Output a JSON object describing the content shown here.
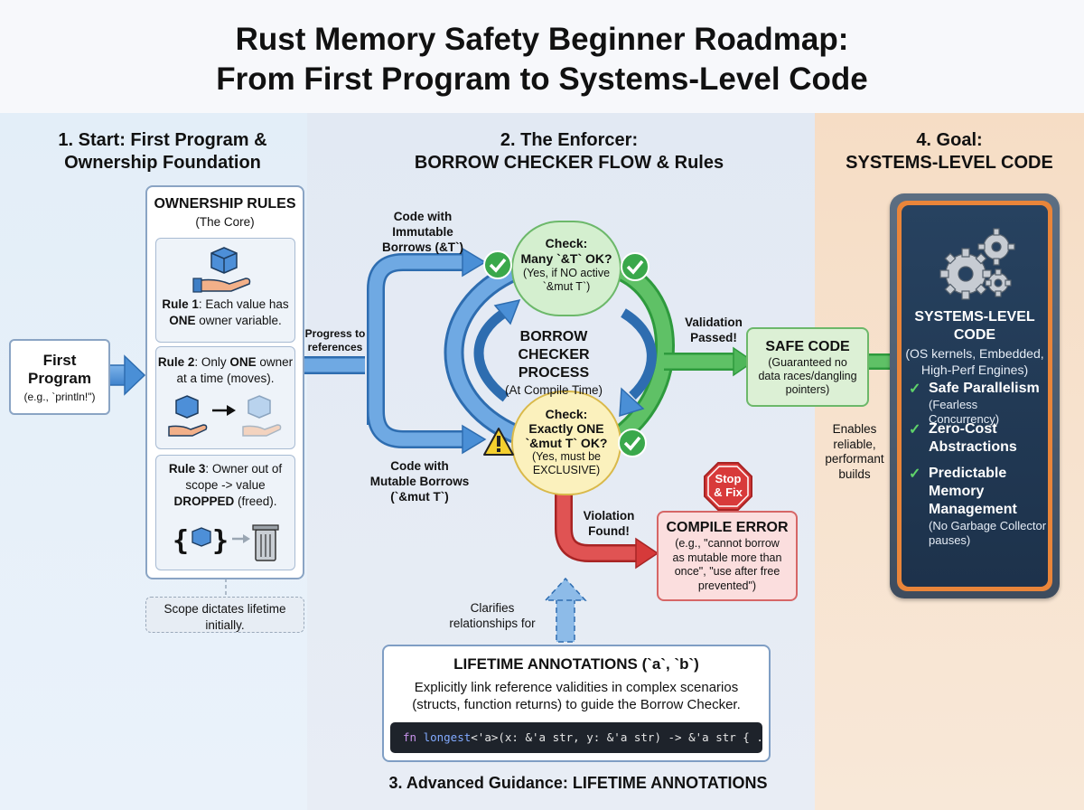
{
  "title": {
    "line1": "Rust Memory Safety Beginner Roadmap:",
    "line2": "From First Program to Systems-Level Code"
  },
  "section1": {
    "heading_line1": "1. Start: First Program &",
    "heading_line2": "Ownership Foundation",
    "first_program": {
      "title_line1": "First",
      "title_line2": "Program",
      "example": "(e.g., `println!\")"
    },
    "ownership": {
      "title": "OWNERSHIP RULES",
      "subtitle": "(The Core)",
      "rule1": {
        "label": "Rule 1",
        "text_a": ": Each value has",
        "strong": "ONE",
        "text_b": " owner variable."
      },
      "rule2": {
        "label": "Rule 2",
        "text_a": ": Only ",
        "strong": "ONE",
        "text_b": " owner",
        "text_c": "at a time (moves)."
      },
      "rule3": {
        "label": "Rule 3",
        "text_a": ": Owner out of",
        "text_b": "scope -> value",
        "strong": "DROPPED",
        "text_c": " (freed)."
      }
    },
    "scope_note": {
      "line1": "Scope dictates lifetime",
      "line2": "initially."
    }
  },
  "section2": {
    "heading_line1": "2. The Enforcer:",
    "heading_line2": "BORROW CHECKER FLOW & Rules",
    "progress_label": {
      "line1": "Progress to",
      "line2": "references"
    },
    "immutable_label": {
      "line1": "Code with",
      "line2": "Immutable",
      "line3": "Borrows (&T`)"
    },
    "mutable_label": {
      "line1": "Code with",
      "line2": "Mutable Borrows",
      "line3": "(`&mut T`)"
    },
    "check_shared": {
      "line1": "Check:",
      "line2": "Many `&T` OK?",
      "line3": "(Yes, if NO active",
      "line4": "`&mut T`)"
    },
    "check_exclusive": {
      "line1": "Check:",
      "line2": "Exactly ONE",
      "line3": "`&mut T` OK?",
      "line4": "(Yes, must be",
      "line5": "EXCLUSIVE)"
    },
    "process": {
      "line1": "BORROW CHECKER",
      "line2": "PROCESS",
      "line3": "(At Compile Time)"
    },
    "validation": {
      "line1": "Validation",
      "line2": "Passed!"
    },
    "violation": {
      "line1": "Violation",
      "line2": "Found!"
    },
    "safe_code": {
      "title": "SAFE CODE",
      "line1": "(Guaranteed no",
      "line2": "data races/dangling",
      "line3": "pointers)"
    },
    "enables": {
      "line1": "Enables",
      "line2": "reliable,",
      "line3": "performant",
      "line4": "builds"
    },
    "stop_sign": {
      "line1": "Stop",
      "line2": "& Fix"
    },
    "compile_error": {
      "title": "COMPILE ERROR",
      "line1": "(e.g., \"cannot borrow",
      "line2": "as mutable more than",
      "line3": "once\", \"use after free",
      "line4": "prevented\")"
    }
  },
  "section3": {
    "clarifies": {
      "line1": "Clarifies",
      "line2": "relationships for"
    },
    "box_title": "LIFETIME ANNOTATIONS (`a`, `b`)",
    "desc_line1": "Explicitly link reference validities in complex scenarios",
    "desc_line2": "(structs, function returns) to guide the Borrow Checker.",
    "code": {
      "kw": "fn ",
      "name": "longest",
      "rest": "<'a>(x: &'a str, y: &'a str) -> &'a str { ... }"
    },
    "caption": "3. Advanced Guidance: LIFETIME ANNOTATIONS"
  },
  "section4": {
    "heading_line1": "4. Goal:",
    "heading_line2": "SYSTEMS-LEVEL CODE",
    "panel": {
      "title_line1": "SYSTEMS-LEVEL",
      "title_line2": "CODE",
      "desc_line1": "(OS kernels, Embedded,",
      "desc_line2": "High-Perf Engines)",
      "items": [
        {
          "label_lines": [
            "Safe Parallelism"
          ],
          "sub_lines": [
            "(Fearless Concurrency)"
          ]
        },
        {
          "label_lines": [
            "Zero-Cost",
            "Abstractions"
          ],
          "sub_lines": []
        },
        {
          "label_lines": [
            "Predictable",
            "Memory",
            "Management"
          ],
          "sub_lines": [
            "(No Garbage Collector",
            "pauses)"
          ]
        }
      ]
    }
  },
  "colors": {
    "blue_arrow": "#4a8fd6",
    "green": "#3aa84b",
    "red": "#d63a3a",
    "yellow": "#f1d24a",
    "panel_dark": "#1f3550",
    "panel_frame": "#e9853a"
  },
  "icons": [
    "hand-cube-icon",
    "transfer-icon",
    "braces-trash-icon",
    "check-icon",
    "warning-icon",
    "stop-sign-icon",
    "gears-icon"
  ]
}
